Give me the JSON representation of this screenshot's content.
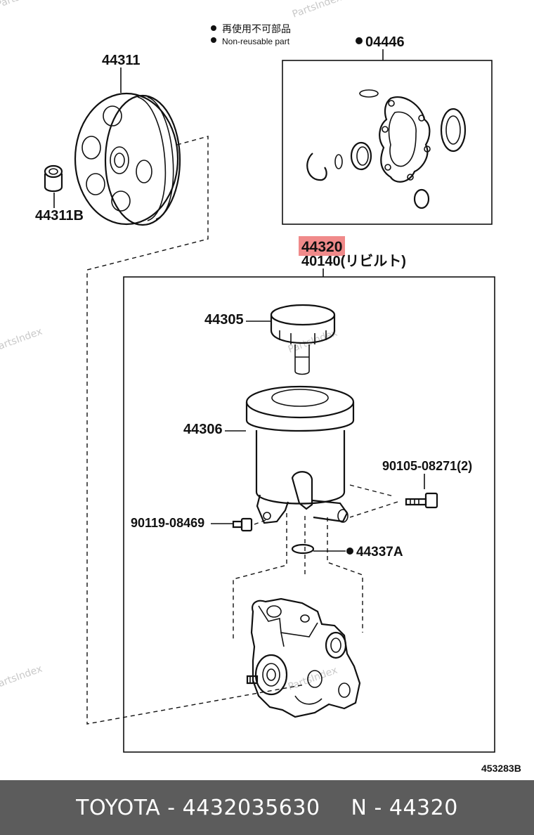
{
  "watermark": "PartsIndex",
  "legend": {
    "line1": "再使用不可部品",
    "line2": "Non-reusable part"
  },
  "labels": {
    "pulley": "44311",
    "pulley_nut": "44311B",
    "gasket_kit": "04446",
    "pump_assy_highlight": "44320",
    "pump_assy_sub": "40140(リビルト)",
    "reservoir_cap": "44305",
    "reservoir": "44306",
    "bolt_right": "90105-08271(2)",
    "bolt_left": "90119-08469",
    "o_ring": "44337A",
    "diagram_code": "453283B"
  },
  "footer": {
    "left": "TOYOTA - 4432035630",
    "right": "N - 44320"
  },
  "colors": {
    "highlight": "#f08a8a",
    "footer_bg": "#5c5c5c"
  }
}
